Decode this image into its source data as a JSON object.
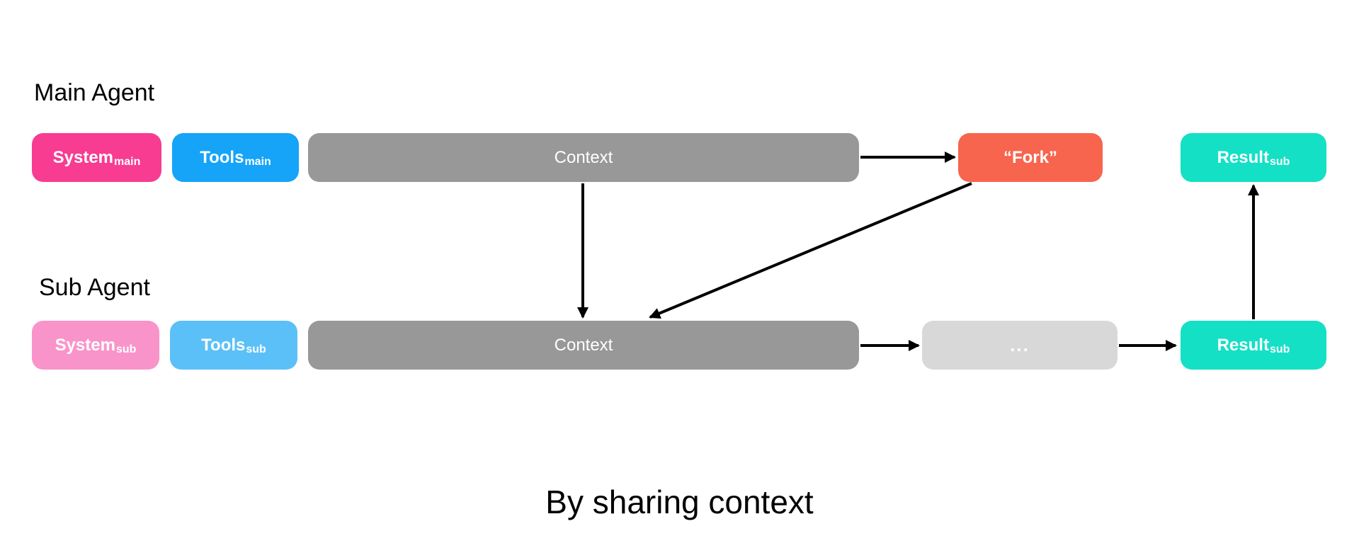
{
  "canvas": {
    "background": "#FFFFFF"
  },
  "labels": {
    "main_agent": "Main Agent",
    "sub_agent": "Sub Agent"
  },
  "caption": "By sharing context",
  "nodes": [
    {
      "name": "system-main",
      "text": "System",
      "subscript": "main",
      "color": "#F73C92",
      "text_color": "#FFFFFF"
    },
    {
      "name": "tools-main",
      "text": "Tools",
      "subscript": "main",
      "color": "#15A4F8",
      "text_color": "#FFFFFF"
    },
    {
      "name": "context-main",
      "text": "Context",
      "color": "#989898",
      "text_color": "#FFFFFF"
    },
    {
      "name": "fork",
      "text": "“Fork”",
      "color": "#F7654E",
      "text_color": "#FFFFFF"
    },
    {
      "name": "result-sub-returned",
      "text": "Result",
      "subscript": "sub",
      "color": "#14E0C5",
      "text_color": "#FFFFFF"
    },
    {
      "name": "system-sub",
      "text": "System",
      "subscript": "sub",
      "color": "#F994CA",
      "text_color": "#FFFFFF"
    },
    {
      "name": "tools-sub",
      "text": "Tools",
      "subscript": "sub",
      "color": "#5BC0F8",
      "text_color": "#FFFFFF"
    },
    {
      "name": "context-sub",
      "text": "Context",
      "color": "#989898",
      "text_color": "#FFFFFF"
    },
    {
      "name": "ellipsis",
      "text": "...",
      "color": "#D8D8D8",
      "text_color": "#FFFFFF"
    },
    {
      "name": "result-sub",
      "text": "Result",
      "subscript": "sub",
      "color": "#14E0C5",
      "text_color": "#FFFFFF"
    }
  ],
  "edges": [
    {
      "from": "context-main",
      "to": "fork"
    },
    {
      "from": "context-main",
      "to": "context-sub"
    },
    {
      "from": "fork",
      "to": "context-sub"
    },
    {
      "from": "context-sub",
      "to": "ellipsis"
    },
    {
      "from": "ellipsis",
      "to": "result-sub"
    },
    {
      "from": "result-sub",
      "to": "result-sub-returned"
    }
  ],
  "arrow_color": "#000000"
}
